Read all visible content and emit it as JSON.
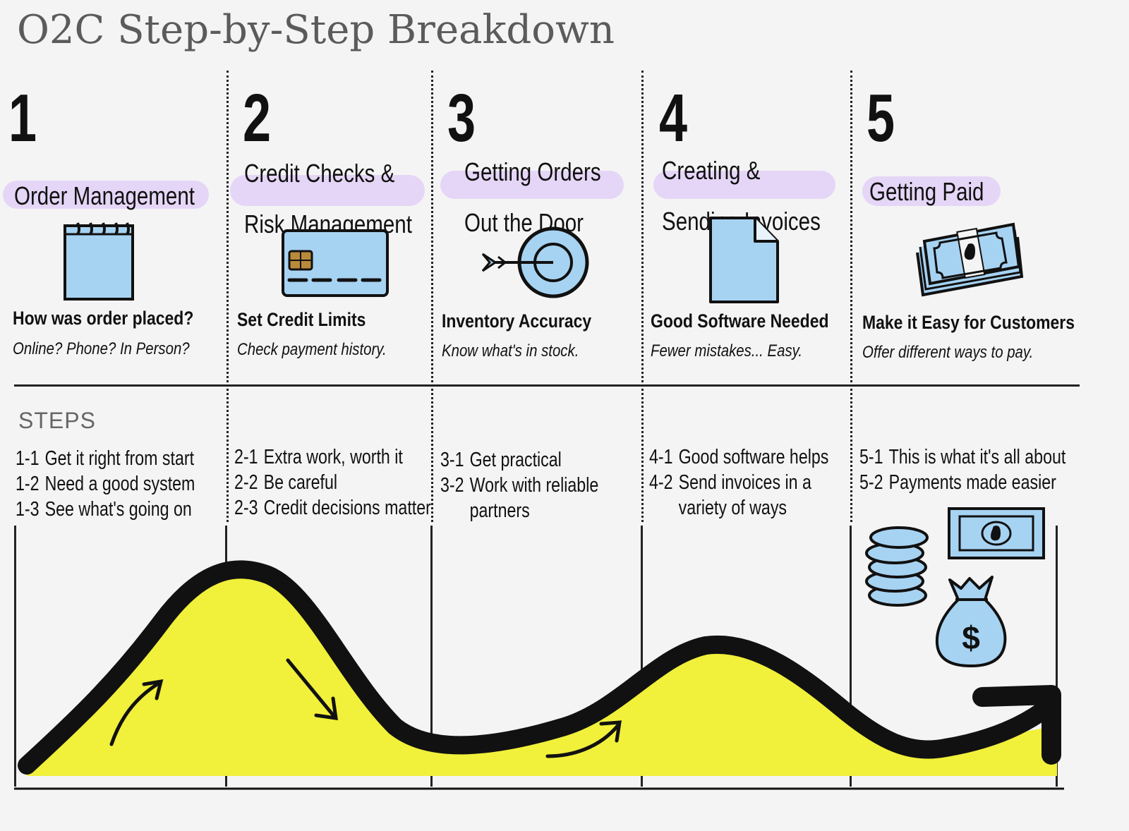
{
  "title": "O2C Step-by-Step Breakdown",
  "steps_label": "STEPS",
  "colors": {
    "highlight": "#e5d6f7",
    "icon_fill": "#a7d3f2",
    "curve_fill": "#f1f03a",
    "ink": "#111111"
  },
  "columns": [
    {
      "number": "1",
      "heading": [
        "Order Management"
      ],
      "icon": "notepad-icon",
      "question": "How was order placed?",
      "hint": "Online? Phone? In Person?",
      "steps": [
        {
          "id": "1-1",
          "text": "Get it right from start"
        },
        {
          "id": "1-2",
          "text": "Need a good system"
        },
        {
          "id": "1-3",
          "text": "See what's going on"
        }
      ]
    },
    {
      "number": "2",
      "heading": [
        "Credit Checks &",
        "Risk Management"
      ],
      "icon": "credit-card-icon",
      "question": "Set Credit Limits",
      "hint": "Check payment history.",
      "steps": [
        {
          "id": "2-1",
          "text": "Extra work, worth it"
        },
        {
          "id": "2-2",
          "text": "Be careful"
        },
        {
          "id": "2-3",
          "text": "Credit decisions matter"
        }
      ]
    },
    {
      "number": "3",
      "heading": [
        "Getting Orders",
        "Out the Door"
      ],
      "icon": "target-icon",
      "question": "Inventory Accuracy",
      "hint": "Know what's in stock.",
      "steps": [
        {
          "id": "3-1",
          "text": "Get practical"
        },
        {
          "id": "3-2",
          "text": "Work with reliable"
        },
        {
          "id": "",
          "text": "partners"
        }
      ]
    },
    {
      "number": "4",
      "heading": [
        "Creating &",
        "Sending Invoices"
      ],
      "icon": "document-icon",
      "question": "Good Software Needed",
      "hint": "Fewer mistakes... Easy.",
      "steps": [
        {
          "id": "4-1",
          "text": "Good software helps"
        },
        {
          "id": "4-2",
          "text": "Send invoices in a"
        },
        {
          "id": "",
          "text": "variety of ways"
        }
      ]
    },
    {
      "number": "5",
      "heading": [
        "Getting Paid"
      ],
      "icon": "cash-stack-icon",
      "question": "Make it Easy for Customers",
      "hint": "Offer different ways to pay.",
      "steps": [
        {
          "id": "5-1",
          "text": "This is what it's all about"
        },
        {
          "id": "5-2",
          "text": "Payments made easier"
        }
      ]
    }
  ]
}
